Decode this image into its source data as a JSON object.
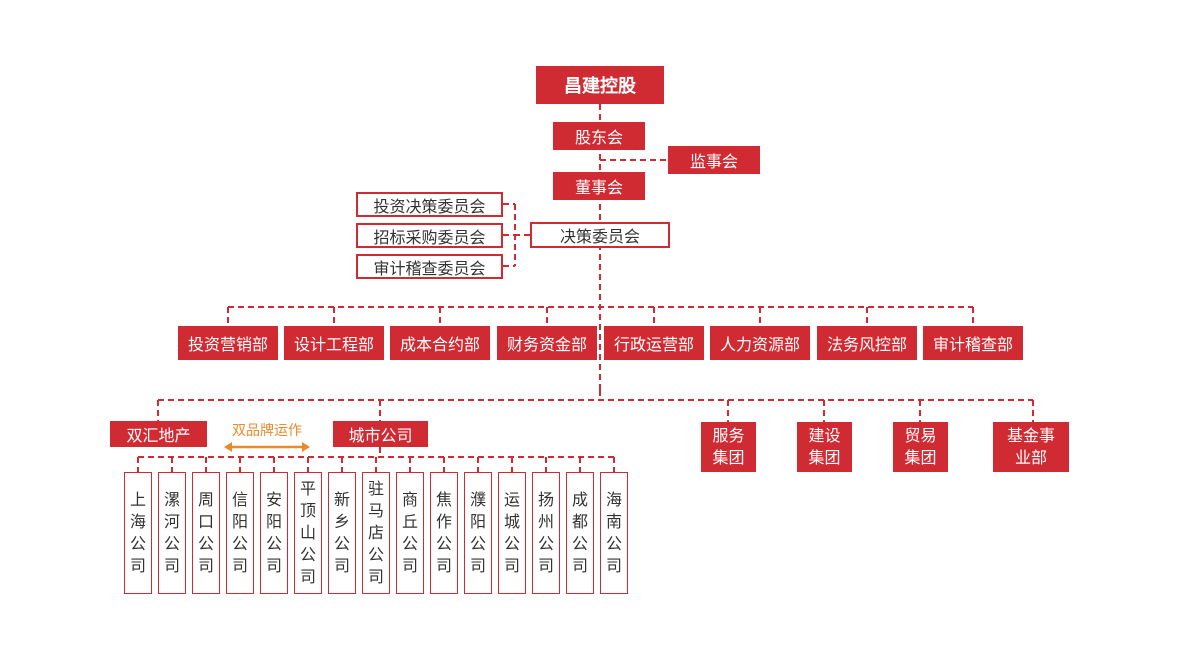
{
  "root": "昌建控股",
  "shareholders": "股东会",
  "supervisors": "监事会",
  "board": "董事会",
  "decision_committee": "决策委员会",
  "committees": [
    "投资决策委员会",
    "招标采购委员会",
    "审计稽查委员会"
  ],
  "departments": [
    "投资营销部",
    "设计工程部",
    "成本合约部",
    "财务资金部",
    "行政运营部",
    "人力资源部",
    "法务风控部",
    "审计稽查部"
  ],
  "shuanghui": "双汇地产",
  "dual_brand": "双品牌运作",
  "city_company": "城市公司",
  "city_branches": [
    "上海公司",
    "漯河公司",
    "周口公司",
    "信阳公司",
    "安阳公司",
    "平顶山公司",
    "新乡公司",
    "驻马店公司",
    "商丘公司",
    "焦作公司",
    "濮阳公司",
    "运城公司",
    "扬州公司",
    "成都公司",
    "海南公司"
  ],
  "groups": [
    [
      "服务",
      "集团"
    ],
    [
      "建设",
      "集团"
    ],
    [
      "贸易",
      "集团"
    ],
    [
      "基金事",
      "业部"
    ]
  ],
  "colors": {
    "red": "#d02b33",
    "orange": "#ea8a2e",
    "text": "#333333"
  }
}
